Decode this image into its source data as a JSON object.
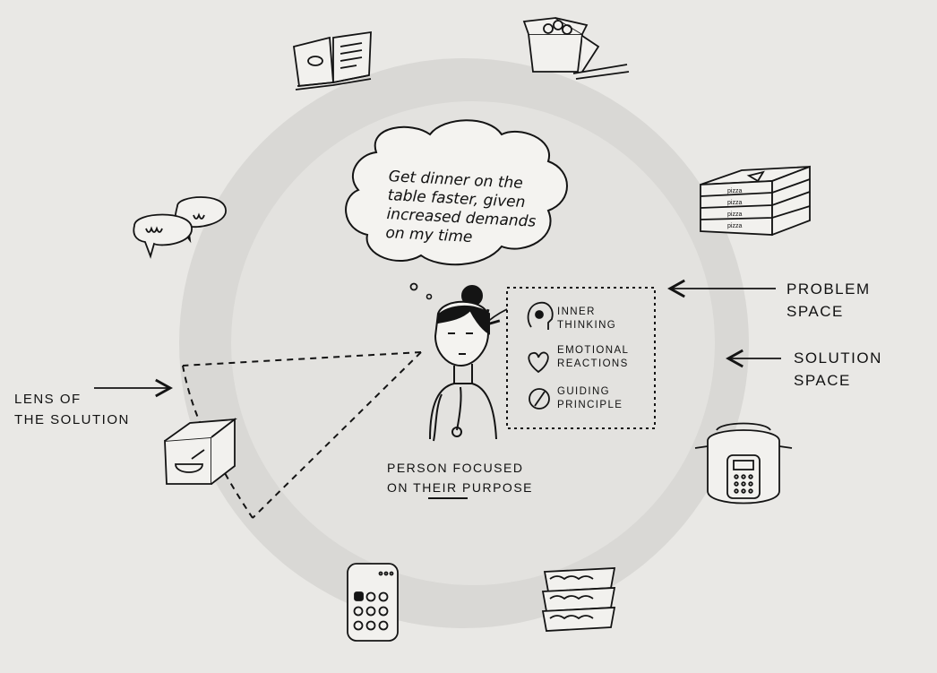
{
  "thought": {
    "lines": [
      "Get dinner on the",
      "table faster, given",
      "increased demands",
      "on my time"
    ]
  },
  "person": {
    "caption_line1": "PERSON FOCUSED",
    "caption_line2_pre": "ON ",
    "caption_line2_underlined": "THEIR",
    "caption_line2_post": " PURPOSE"
  },
  "box": {
    "items": [
      {
        "icon": "brain-head-icon",
        "line1": "INNER",
        "line2": "THINKING"
      },
      {
        "icon": "heart-icon",
        "line1": "EMOTIONAL",
        "line2": "REACTIONS"
      },
      {
        "icon": "compass-icon",
        "line1": "GUIDING",
        "line2": "PRINCIPLE"
      }
    ]
  },
  "labels": {
    "problem_space": [
      "PROBLEM",
      "SPACE"
    ],
    "solution_space": [
      "SOLUTION",
      "SPACE"
    ],
    "lens": [
      "LENS of",
      "THE SOLUTION"
    ]
  },
  "pizza_box_text": [
    "pizza",
    "pizza",
    "pizza",
    "pizza"
  ],
  "colors": {
    "background": "#e9e8e5",
    "outer_circle": "#d9d8d5",
    "inner_circle": "#e3e2df",
    "ink": "#141414"
  },
  "icons": [
    "recipe-book-icon",
    "takeout-box-icon",
    "chat-bubbles-icon",
    "pizza-boxes-icon",
    "meal-kit-box-icon",
    "pressure-cooker-icon",
    "phone-app-icon",
    "meal-prep-containers-icon"
  ]
}
